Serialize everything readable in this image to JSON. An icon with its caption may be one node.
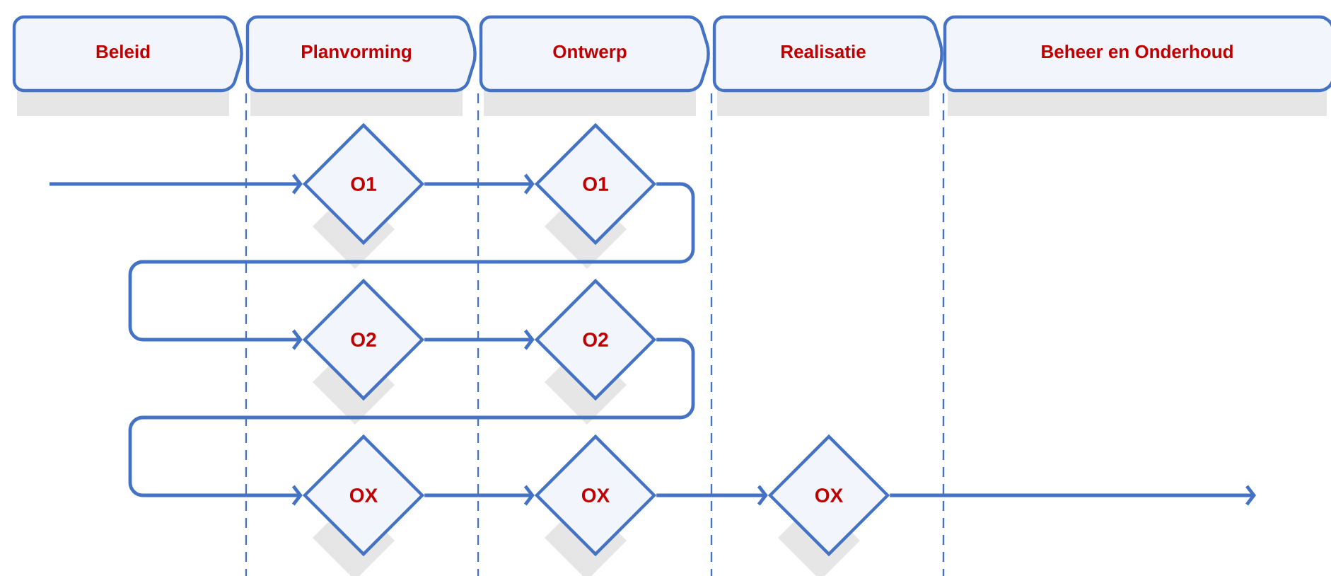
{
  "diagram": {
    "nodes": [
      {
        "text": [
          "Beleid"
        ]
      },
      {
        "text": [
          "Planvorming"
        ]
      },
      {
        "text": [
          "Ontwerp"
        ]
      },
      {
        "text": [
          "Realisatie"
        ]
      },
      {
        "text": [
          "Beheer en Onderhoud"
        ]
      },
      {
        "text": [
          "O1"
        ]
      },
      {
        "text": [
          "O1"
        ]
      },
      {
        "text": [
          "O2"
        ]
      },
      {
        "text": [
          "O2"
        ]
      },
      {
        "text": [
          "OX"
        ]
      },
      {
        "text": [
          "OX"
        ]
      },
      {
        "text": [
          "OX"
        ]
      }
    ],
    "edges": [
      {
        "from": null,
        "to": 5,
        "arrow": "to"
      },
      {
        "from": 5,
        "to": 6,
        "arrow": "to"
      },
      {
        "from": 6,
        "to": 7,
        "arrow": "to"
      },
      {
        "from": 7,
        "to": 8,
        "arrow": "to"
      },
      {
        "from": 8,
        "to": 9,
        "arrow": "to"
      },
      {
        "from": 9,
        "to": 10,
        "arrow": "to"
      },
      {
        "from": 10,
        "to": 11,
        "arrow": "to"
      },
      {
        "from": 11,
        "to": null,
        "arrow": "to"
      }
    ]
  }
}
